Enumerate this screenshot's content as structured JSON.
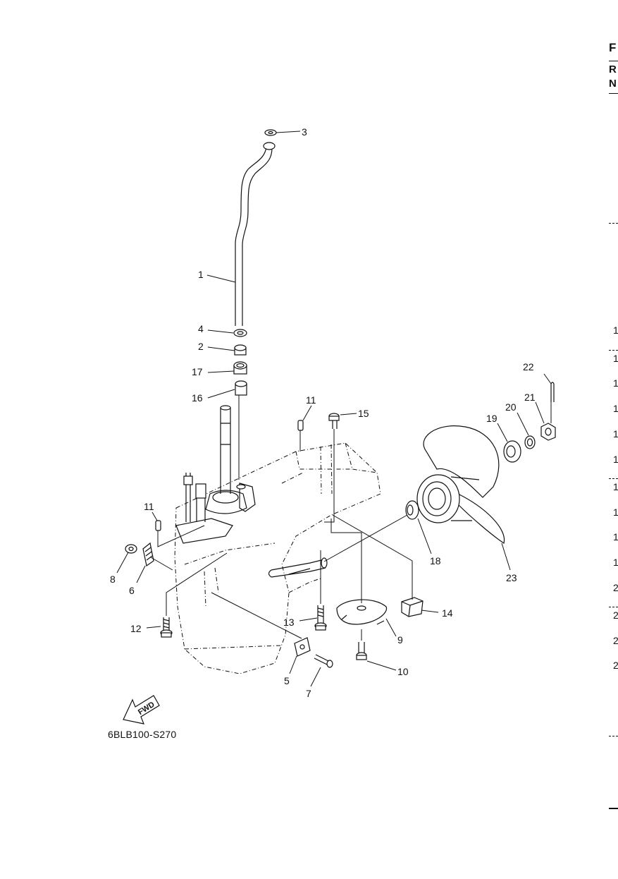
{
  "diagram": {
    "code": "6BLB100-S270",
    "fwd_label": "FWD",
    "callouts": [
      "1",
      "2",
      "3",
      "4",
      "5",
      "6",
      "7",
      "8",
      "9",
      "10",
      "11",
      "11",
      "12",
      "13",
      "14",
      "15",
      "16",
      "17",
      "18",
      "19",
      "20",
      "21",
      "22",
      "23"
    ]
  },
  "right_edge": {
    "letters": [
      "F",
      "R",
      "N"
    ],
    "numbers": [
      "1",
      "1",
      "1",
      "1",
      "1",
      "1",
      "1",
      "1",
      "1",
      "1",
      "2",
      "2",
      "2",
      "2"
    ]
  }
}
